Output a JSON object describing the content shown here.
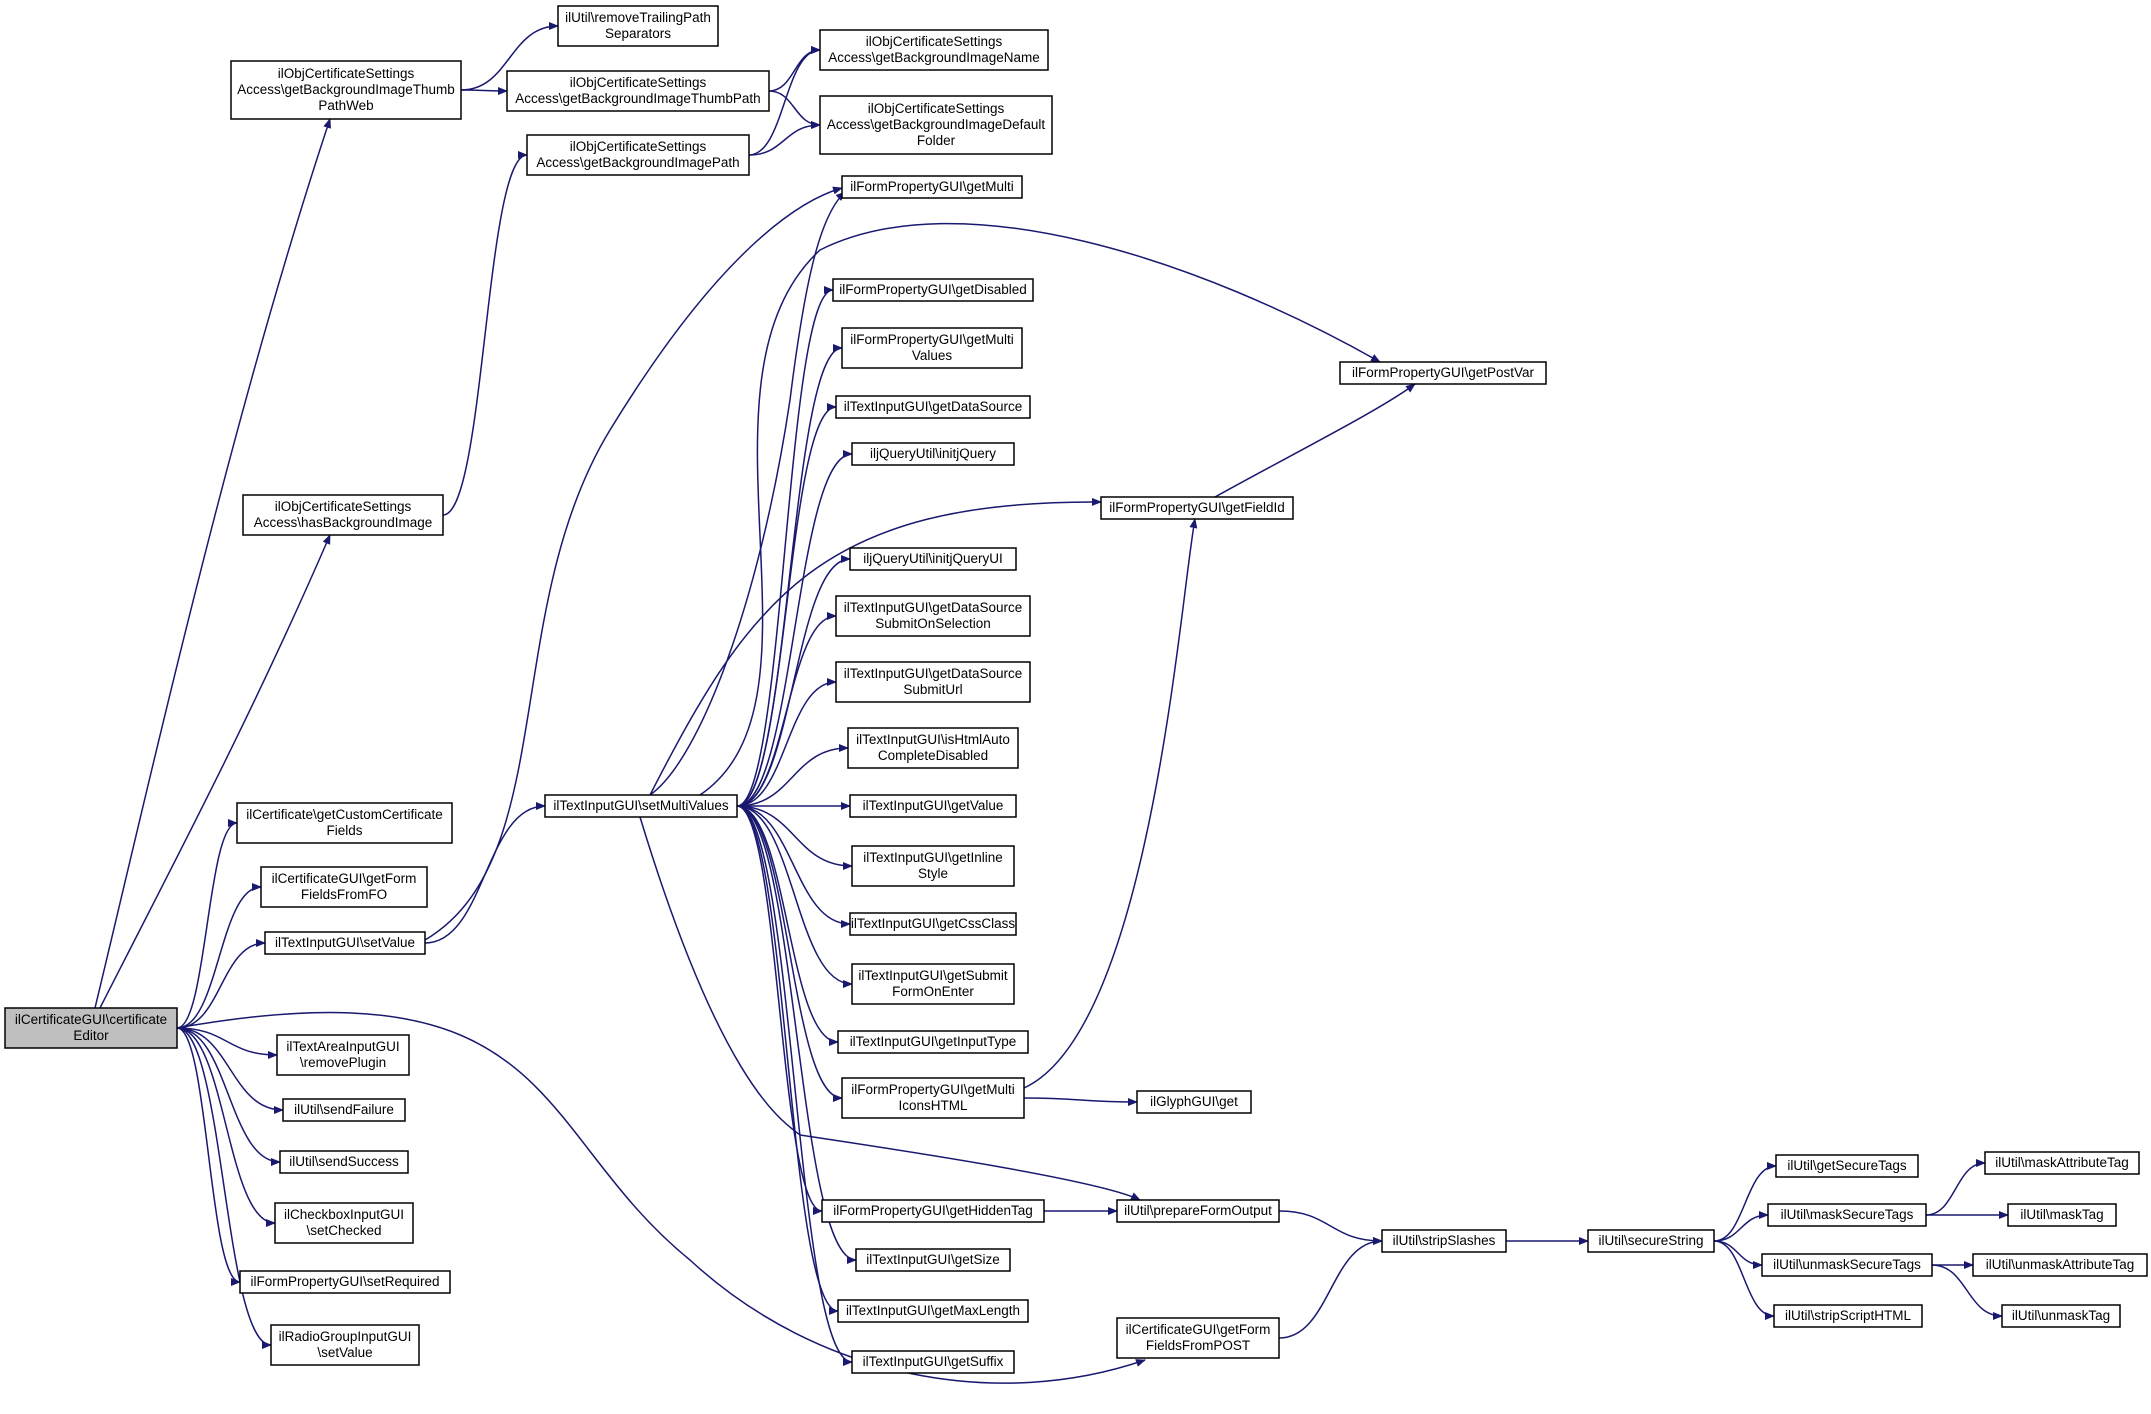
{
  "diagram": {
    "type": "call-graph",
    "colors": {
      "edge": "#191970",
      "node_fill": "#ffffff",
      "root_fill": "#bfbfbf",
      "border": "#000000"
    },
    "nodes": [
      {
        "id": "certificateEditor",
        "lines": [
          "ilCertificateGUI\\certificate",
          "Editor"
        ]
      },
      {
        "id": "thumbPathWeb",
        "lines": [
          "ilObjCertificateSettings",
          "Access\\getBackgroundImageThumb",
          "PathWeb"
        ]
      },
      {
        "id": "removeTrailing",
        "lines": [
          "ilUtil\\removeTrailingPath",
          "Separators"
        ]
      },
      {
        "id": "thumbPath",
        "lines": [
          "ilObjCertificateSettings",
          "Access\\getBackgroundImageThumbPath"
        ]
      },
      {
        "id": "imageName",
        "lines": [
          "ilObjCertificateSettings",
          "Access\\getBackgroundImageName"
        ]
      },
      {
        "id": "defaultFolder",
        "lines": [
          "ilObjCertificateSettings",
          "Access\\getBackgroundImageDefault",
          "Folder"
        ]
      },
      {
        "id": "imagePath",
        "lines": [
          "ilObjCertificateSettings",
          "Access\\getBackgroundImagePath"
        ]
      },
      {
        "id": "hasBackground",
        "lines": [
          "ilObjCertificateSettings",
          "Access\\hasBackgroundImage"
        ]
      },
      {
        "id": "customFields",
        "lines": [
          "ilCertificate\\getCustomCertificate",
          "Fields"
        ]
      },
      {
        "id": "formFieldsFO",
        "lines": [
          "ilCertificateGUI\\getForm",
          "FieldsFromFO"
        ]
      },
      {
        "id": "tiSetValue",
        "lines": [
          "ilTextInputGUI\\setValue"
        ]
      },
      {
        "id": "setMultiValues",
        "lines": [
          "ilTextInputGUI\\setMultiValues"
        ]
      },
      {
        "id": "taRemovePlugin",
        "lines": [
          "ilTextAreaInputGUI",
          "\\removePlugin"
        ]
      },
      {
        "id": "sendFailure",
        "lines": [
          "ilUtil\\sendFailure"
        ]
      },
      {
        "id": "sendSuccess",
        "lines": [
          "ilUtil\\sendSuccess"
        ]
      },
      {
        "id": "cbSetChecked",
        "lines": [
          "ilCheckboxInputGUI",
          "\\setChecked"
        ]
      },
      {
        "id": "setRequired",
        "lines": [
          "ilFormPropertyGUI\\setRequired"
        ]
      },
      {
        "id": "radioSetValue",
        "lines": [
          "ilRadioGroupInputGUI",
          "\\setValue"
        ]
      },
      {
        "id": "getMulti",
        "lines": [
          "ilFormPropertyGUI\\getMulti"
        ]
      },
      {
        "id": "getDisabled",
        "lines": [
          "ilFormPropertyGUI\\getDisabled"
        ]
      },
      {
        "id": "getMultiValues",
        "lines": [
          "ilFormPropertyGUI\\getMulti",
          "Values"
        ]
      },
      {
        "id": "getDataSource",
        "lines": [
          "ilTextInputGUI\\getDataSource"
        ]
      },
      {
        "id": "initjQuery",
        "lines": [
          "iljQueryUtil\\initjQuery"
        ]
      },
      {
        "id": "initjQueryUI",
        "lines": [
          "iljQueryUtil\\initjQueryUI"
        ]
      },
      {
        "id": "dsSubmitOnSel",
        "lines": [
          "ilTextInputGUI\\getDataSource",
          "SubmitOnSelection"
        ]
      },
      {
        "id": "dsSubmitUrl",
        "lines": [
          "ilTextInputGUI\\getDataSource",
          "SubmitUrl"
        ]
      },
      {
        "id": "htmlAutoComplete",
        "lines": [
          "ilTextInputGUI\\isHtmlAuto",
          "CompleteDisabled"
        ]
      },
      {
        "id": "tiGetValue",
        "lines": [
          "ilTextInputGUI\\getValue"
        ]
      },
      {
        "id": "inlineStyle",
        "lines": [
          "ilTextInputGUI\\getInline",
          "Style"
        ]
      },
      {
        "id": "cssClass",
        "lines": [
          "ilTextInputGUI\\getCssClass"
        ]
      },
      {
        "id": "submitOnEnter",
        "lines": [
          "ilTextInputGUI\\getSubmit",
          "FormOnEnter"
        ]
      },
      {
        "id": "inputType",
        "lines": [
          "ilTextInputGUI\\getInputType"
        ]
      },
      {
        "id": "multiIcons",
        "lines": [
          "ilFormPropertyGUI\\getMulti",
          "IconsHTML"
        ]
      },
      {
        "id": "hiddenTag",
        "lines": [
          "ilFormPropertyGUI\\getHiddenTag"
        ]
      },
      {
        "id": "getSize",
        "lines": [
          "ilTextInputGUI\\getSize"
        ]
      },
      {
        "id": "maxLength",
        "lines": [
          "ilTextInputGUI\\getMaxLength"
        ]
      },
      {
        "id": "getSuffix",
        "lines": [
          "ilTextInputGUI\\getSuffix"
        ]
      },
      {
        "id": "postVar",
        "lines": [
          "ilFormPropertyGUI\\getPostVar"
        ]
      },
      {
        "id": "fieldId",
        "lines": [
          "ilFormPropertyGUI\\getFieldId"
        ]
      },
      {
        "id": "glyphGet",
        "lines": [
          "ilGlyphGUI\\get"
        ]
      },
      {
        "id": "prepareFormOutput",
        "lines": [
          "ilUtil\\prepareFormOutput"
        ]
      },
      {
        "id": "formFieldsPOST",
        "lines": [
          "ilCertificateGUI\\getForm",
          "FieldsFromPOST"
        ]
      },
      {
        "id": "stripSlashes",
        "lines": [
          "ilUtil\\stripSlashes"
        ]
      },
      {
        "id": "secureString",
        "lines": [
          "ilUtil\\secureString"
        ]
      },
      {
        "id": "getSecureTags",
        "lines": [
          "ilUtil\\getSecureTags"
        ]
      },
      {
        "id": "maskSecureTags",
        "lines": [
          "ilUtil\\maskSecureTags"
        ]
      },
      {
        "id": "unmaskSecureTags",
        "lines": [
          "ilUtil\\unmaskSecureTags"
        ]
      },
      {
        "id": "stripScriptHTML",
        "lines": [
          "ilUtil\\stripScriptHTML"
        ]
      },
      {
        "id": "maskAttributeTag",
        "lines": [
          "ilUtil\\maskAttributeTag"
        ]
      },
      {
        "id": "maskTag",
        "lines": [
          "ilUtil\\maskTag"
        ]
      },
      {
        "id": "unmaskAttributeTag",
        "lines": [
          "ilUtil\\unmaskAttributeTag"
        ]
      },
      {
        "id": "unmaskTag",
        "lines": [
          "ilUtil\\unmaskTag"
        ]
      }
    ],
    "edges": [
      [
        "certificateEditor",
        "thumbPathWeb"
      ],
      [
        "certificateEditor",
        "hasBackground"
      ],
      [
        "certificateEditor",
        "customFields"
      ],
      [
        "certificateEditor",
        "formFieldsFO"
      ],
      [
        "certificateEditor",
        "tiSetValue"
      ],
      [
        "certificateEditor",
        "taRemovePlugin"
      ],
      [
        "certificateEditor",
        "sendFailure"
      ],
      [
        "certificateEditor",
        "sendSuccess"
      ],
      [
        "certificateEditor",
        "cbSetChecked"
      ],
      [
        "certificateEditor",
        "setRequired"
      ],
      [
        "certificateEditor",
        "radioSetValue"
      ],
      [
        "certificateEditor",
        "formFieldsPOST"
      ],
      [
        "thumbPathWeb",
        "removeTrailing"
      ],
      [
        "thumbPathWeb",
        "thumbPath"
      ],
      [
        "thumbPath",
        "imageName"
      ],
      [
        "thumbPath",
        "defaultFolder"
      ],
      [
        "imagePath",
        "imageName"
      ],
      [
        "imagePath",
        "defaultFolder"
      ],
      [
        "hasBackground",
        "imagePath"
      ],
      [
        "tiSetValue",
        "getMulti"
      ],
      [
        "tiSetValue",
        "setMultiValues"
      ],
      [
        "setMultiValues",
        "getMulti"
      ],
      [
        "setMultiValues",
        "postVar"
      ],
      [
        "setMultiValues",
        "getDisabled"
      ],
      [
        "setMultiValues",
        "getMultiValues"
      ],
      [
        "setMultiValues",
        "getDataSource"
      ],
      [
        "setMultiValues",
        "initjQuery"
      ],
      [
        "setMultiValues",
        "fieldId"
      ],
      [
        "setMultiValues",
        "initjQueryUI"
      ],
      [
        "setMultiValues",
        "dsSubmitOnSel"
      ],
      [
        "setMultiValues",
        "dsSubmitUrl"
      ],
      [
        "setMultiValues",
        "htmlAutoComplete"
      ],
      [
        "setMultiValues",
        "tiGetValue"
      ],
      [
        "setMultiValues",
        "inlineStyle"
      ],
      [
        "setMultiValues",
        "cssClass"
      ],
      [
        "setMultiValues",
        "submitOnEnter"
      ],
      [
        "setMultiValues",
        "inputType"
      ],
      [
        "setMultiValues",
        "multiIcons"
      ],
      [
        "setMultiValues",
        "prepareFormOutput"
      ],
      [
        "setMultiValues",
        "hiddenTag"
      ],
      [
        "setMultiValues",
        "getSize"
      ],
      [
        "setMultiValues",
        "maxLength"
      ],
      [
        "setMultiValues",
        "getSuffix"
      ],
      [
        "fieldId",
        "postVar"
      ],
      [
        "multiIcons",
        "fieldId"
      ],
      [
        "multiIcons",
        "glyphGet"
      ],
      [
        "hiddenTag",
        "prepareFormOutput"
      ],
      [
        "prepareFormOutput",
        "stripSlashes"
      ],
      [
        "formFieldsPOST",
        "stripSlashes"
      ],
      [
        "stripSlashes",
        "secureString"
      ],
      [
        "secureString",
        "getSecureTags"
      ],
      [
        "secureString",
        "maskSecureTags"
      ],
      [
        "secureString",
        "unmaskSecureTags"
      ],
      [
        "secureString",
        "stripScriptHTML"
      ],
      [
        "maskSecureTags",
        "maskAttributeTag"
      ],
      [
        "maskSecureTags",
        "maskTag"
      ],
      [
        "unmaskSecureTags",
        "unmaskAttributeTag"
      ],
      [
        "unmaskSecureTags",
        "unmaskTag"
      ]
    ]
  }
}
